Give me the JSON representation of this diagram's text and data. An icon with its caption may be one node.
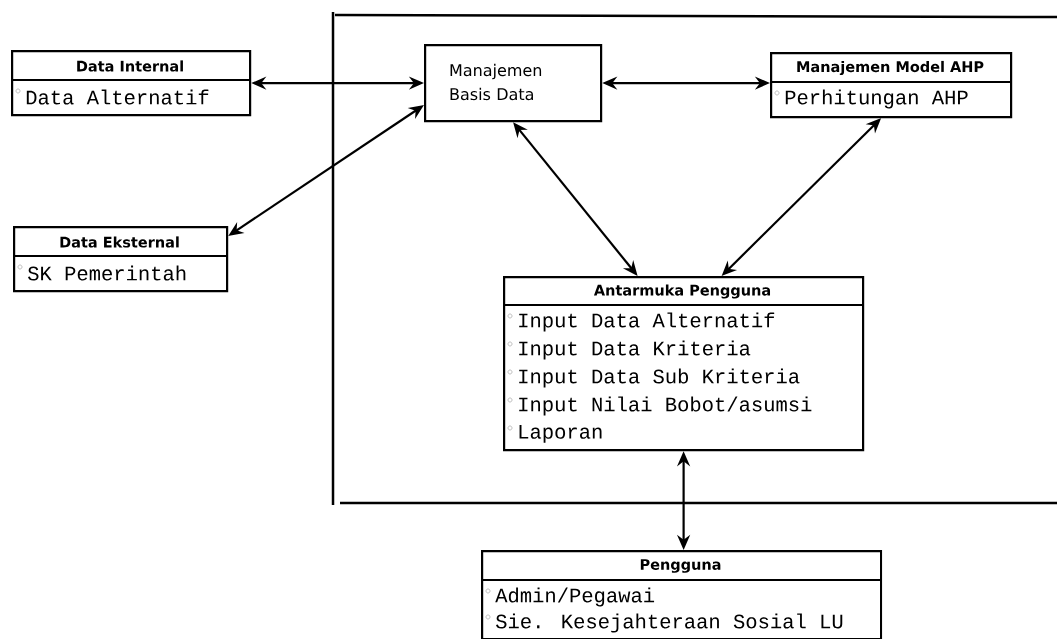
{
  "diagram": {
    "nodes": [
      {
        "text": [
          "Data Internal",
          "Data Alternatif"
        ]
      },
      {
        "text": [
          "Manajemen Basis Data"
        ]
      },
      {
        "text": [
          "Manajemen Model AHP",
          "Perhitungan AHP"
        ]
      },
      {
        "text": [
          "Data Eksternal",
          "SK Pemerintah"
        ]
      },
      {
        "text": [
          "Antarmuka Pengguna",
          "Input Data Alternatif",
          "Input Data Kriteria",
          "Input Data Sub Kriteria",
          "Input Nilai Bobot/asumsi",
          "Laporan"
        ]
      },
      {
        "text": [
          "Pengguna",
          "Admin/Pegawai",
          "Sie. Kesejahteraan Sosial LU"
        ]
      }
    ],
    "edges": [
      {
        "from": 0,
        "to": 1,
        "arrow": "both"
      },
      {
        "from": 3,
        "to": 1,
        "arrow": "both"
      },
      {
        "from": 1,
        "to": 2,
        "arrow": "both"
      },
      {
        "from": 1,
        "to": 4,
        "arrow": "both"
      },
      {
        "from": 2,
        "to": 4,
        "arrow": "both"
      },
      {
        "from": 4,
        "to": 5,
        "arrow": "both"
      }
    ]
  }
}
